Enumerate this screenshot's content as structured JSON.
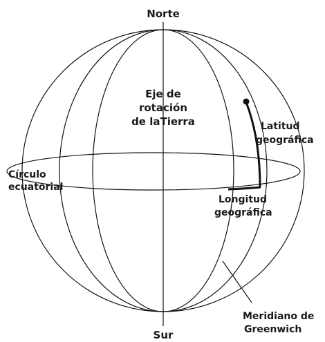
{
  "labels": {
    "north": "Norte",
    "south": "Sur",
    "axis_line1": "Eje de",
    "axis_line2": "rotación",
    "axis_line3": "de laTierra",
    "latitude_line1": "Latitud",
    "latitude_line2": "geográfica",
    "equator_line1": "Círculo",
    "equator_line2": "ecuatorial",
    "longitude_line1": "Longitud",
    "longitude_line2": "geográfica",
    "meridian_line1": "Meridiano de",
    "meridian_line2": "Greenwich"
  }
}
